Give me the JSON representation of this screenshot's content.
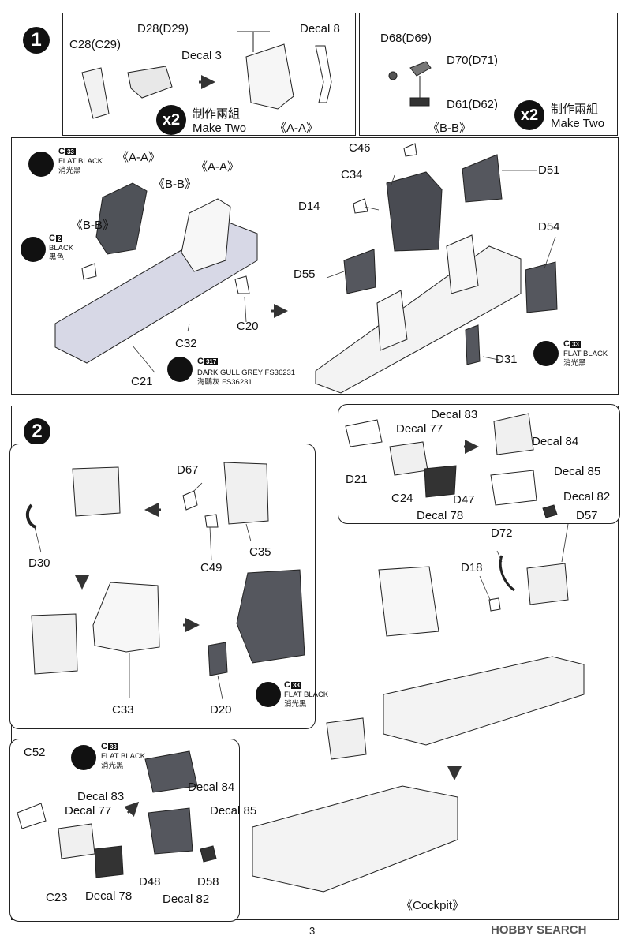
{
  "page_number": "3",
  "watermark": "HOBBY SEARCH",
  "step1": {
    "number": "1",
    "sub_a": {
      "labels": [
        "C28(C29)",
        "D28(D29)",
        "Decal 3",
        "Decal 8"
      ],
      "qty": "x2",
      "qty_zh": "制作兩組",
      "qty_en": "Make Two",
      "tag": "《A-A》"
    },
    "sub_b": {
      "labels": [
        "D68(D69)",
        "D70(D71)",
        "D61(D62)"
      ],
      "qty": "x2",
      "qty_zh": "制作兩組",
      "qty_en": "Make Two",
      "tag": "《B-B》"
    },
    "tags": [
      "《A-A》",
      "《B-B》",
      "《A-A》",
      "《B-B》"
    ],
    "parts_left": [
      "C20",
      "C32",
      "C21"
    ],
    "parts_right": [
      "C46",
      "C34",
      "D51",
      "D14",
      "D54",
      "D55",
      "D31"
    ],
    "paints": [
      {
        "code": "C",
        "num": "33",
        "en": "FLAT BLACK",
        "zh": "消光黑"
      },
      {
        "code": "C",
        "num": "2",
        "en": "BLACK",
        "zh": "黑色"
      },
      {
        "code": "C",
        "num": "317",
        "en": "DARK GULL GREY FS36231",
        "zh": "海鷗灰 FS36231"
      },
      {
        "code": "C",
        "num": "33",
        "en": "FLAT BLACK",
        "zh": "消光黑"
      }
    ]
  },
  "step2": {
    "number": "2",
    "left_labels": [
      "D67",
      "D30",
      "C49",
      "C35",
      "C33",
      "D20"
    ],
    "paint": {
      "code": "C",
      "num": "33",
      "en": "FLAT BLACK",
      "zh": "消光黑"
    },
    "inset_right": [
      "Decal 83",
      "Decal 77",
      "Decal 84",
      "Decal 85",
      "D21",
      "C24",
      "D47",
      "Decal 82",
      "Decal 78",
      "D57"
    ],
    "main_right": [
      "D72",
      "D18"
    ],
    "inset_bottom": [
      "C52",
      "Decal 83",
      "Decal 84",
      "Decal 77",
      "Decal 85",
      "C23",
      "D48",
      "D58",
      "Decal 78",
      "Decal 82"
    ],
    "paint_bottom": {
      "code": "C",
      "num": "33",
      "en": "FLAT BLACK",
      "zh": "消光黑"
    },
    "caption": "《Cockpit》"
  }
}
